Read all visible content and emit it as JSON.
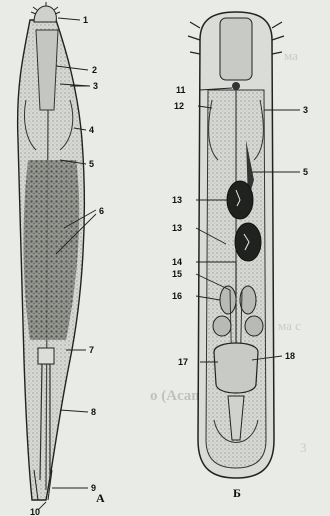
{
  "figure_a": {
    "letter": "A",
    "labels": [
      "1",
      "2",
      "3",
      "4",
      "5",
      "6",
      "7",
      "8",
      "9",
      "10"
    ]
  },
  "figure_b": {
    "letter": "Б",
    "labels": [
      "11",
      "12",
      "3",
      "5",
      "13",
      "13",
      "14",
      "15",
      "16",
      "17",
      "18"
    ]
  },
  "background_text": {
    "heading_fragment": "о (Acanthocepha",
    "fragments": [
      "ма",
      "ма с",
      "3"
    ]
  },
  "colors": {
    "paper": "#e9ebe6",
    "ink": "#111111",
    "body_fill": "#d7d9d4",
    "dense_fill": "#6b6e69"
  }
}
